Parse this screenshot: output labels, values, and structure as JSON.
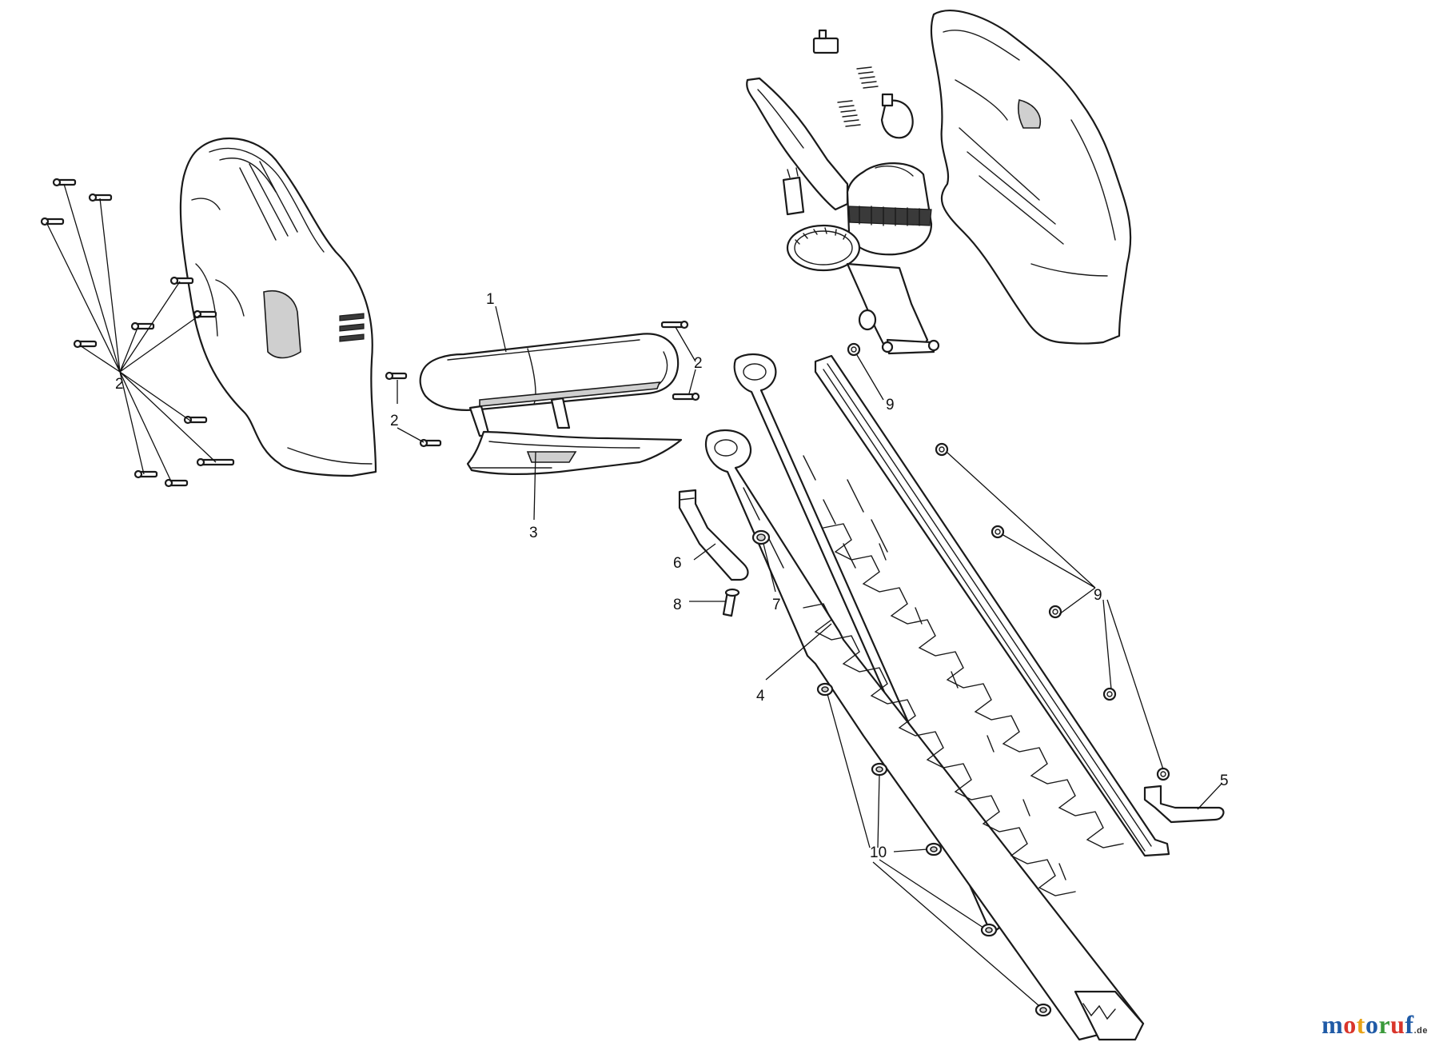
{
  "callouts": {
    "c1": "1",
    "c2": "2",
    "c3": "3",
    "c4": "4",
    "c5": "5",
    "c6": "6",
    "c7": "7",
    "c8": "8",
    "c9": "9",
    "c10": "10"
  },
  "watermark": {
    "text": "motoruf",
    "suffix": ".de",
    "letter_colors": [
      "#1f5aa6",
      "#d9352b",
      "#e8a317",
      "#1f5aa6",
      "#3a9a3a",
      "#d9352b",
      "#1f5aa6"
    ]
  }
}
